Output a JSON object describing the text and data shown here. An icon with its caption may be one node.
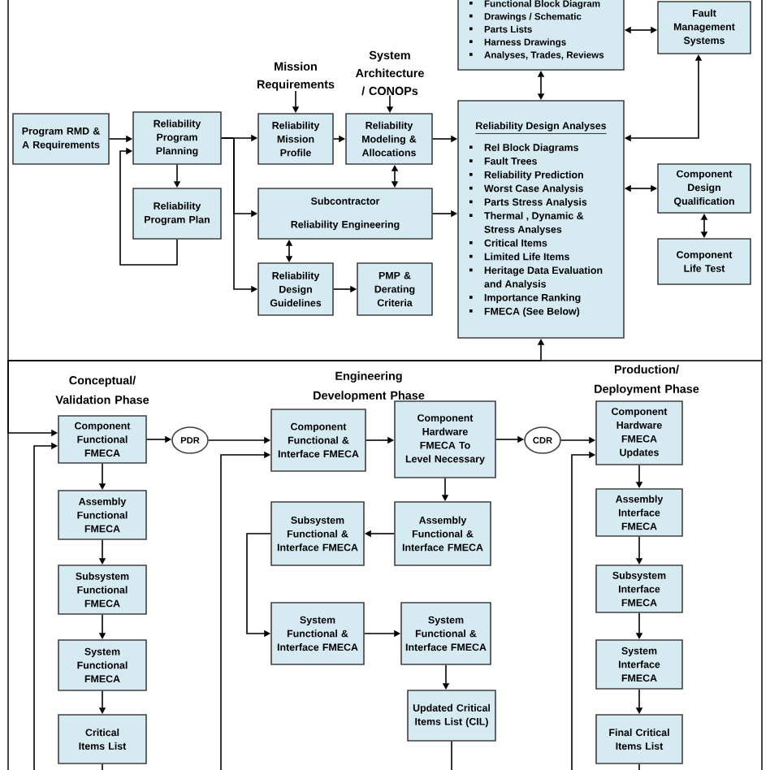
{
  "diagram": {
    "nodes": [
      {
        "text": [
          "Program RMD & A Requirements"
        ]
      },
      {
        "text": [
          "Reliability Program Planning"
        ]
      },
      {
        "text": [
          "Reliability Program Plan"
        ]
      },
      {
        "text": [
          "Mission Requirements"
        ]
      },
      {
        "text": [
          "Reliability Mission Profile"
        ]
      },
      {
        "text": [
          "System Architecture / CONOPs"
        ]
      },
      {
        "text": [
          "Reliability Modeling & Allocations"
        ]
      },
      {
        "text": [
          "Subcontractor",
          "Reliability Engineering"
        ]
      },
      {
        "text": [
          "Reliability Design Guidelines"
        ]
      },
      {
        "text": [
          "PMP & Derating Criteria"
        ]
      },
      {
        "text": [
          "Functional Block Diagram",
          "Drawings / Schematic",
          "Parts Lists",
          "Harness Drawings",
          "Analyses,  Trades, Reviews"
        ]
      },
      {
        "text": [
          "Fault Management Systems"
        ]
      },
      {
        "text": [
          "Reliability Design Analyses",
          "Rel Block Diagrams",
          "Fault Trees",
          "Reliability Prediction",
          "Worst Case Analysis",
          "Parts Stress Analysis",
          "Thermal , Dynamic & Stress Analyses",
          "Critical Items",
          "Limited Life Items",
          "Heritage Data Evaluation and Analysis",
          "Importance Ranking",
          "FMECA (See Below)"
        ]
      },
      {
        "text": [
          "Component Design Qualification"
        ]
      },
      {
        "text": [
          "Component Life Test"
        ]
      },
      {
        "text": [
          "Component Functional FMECA"
        ]
      },
      {
        "text": [
          "Assembly Functional FMECA"
        ]
      },
      {
        "text": [
          "Subsystem Functional FMECA"
        ]
      },
      {
        "text": [
          "System Functional FMECA"
        ]
      },
      {
        "text": [
          "Critical Items List"
        ]
      },
      {
        "text": [
          "PDR"
        ]
      },
      {
        "text": [
          "Component Functional & Interface FMECA"
        ]
      },
      {
        "text": [
          "Component Hardware FMECA To Level Necessary"
        ]
      },
      {
        "text": [
          "Assembly Functional & Interface FMECA"
        ]
      },
      {
        "text": [
          "Subsystem Functional & Interface FMECA"
        ]
      },
      {
        "text": [
          "System Functional & Interface FMECA"
        ]
      },
      {
        "text": [
          "System Functional & Interface FMECA"
        ]
      },
      {
        "text": [
          "Updated Critical Items List (CIL)"
        ]
      },
      {
        "text": [
          "CDR"
        ]
      },
      {
        "text": [
          "Component Hardware FMECA Updates"
        ]
      },
      {
        "text": [
          "Assembly Interface FMECA"
        ]
      },
      {
        "text": [
          "Subsystem Interface FMECA"
        ]
      },
      {
        "text": [
          "System Interface FMECA"
        ]
      },
      {
        "text": [
          "Final Critical Items List"
        ]
      }
    ],
    "edges": [
      {
        "from": 0,
        "to": 1,
        "arrow": "to"
      },
      {
        "from": 1,
        "to": 2,
        "arrow": "to"
      },
      {
        "from": 2,
        "to": 1,
        "arrow": "to"
      },
      {
        "from": 1,
        "to": 4,
        "arrow": "to"
      },
      {
        "from": 1,
        "to": 7,
        "arrow": "to"
      },
      {
        "from": 1,
        "to": 8,
        "arrow": "to"
      },
      {
        "from": 3,
        "to": 4,
        "arrow": "to"
      },
      {
        "from": 4,
        "to": 6,
        "arrow": "to"
      },
      {
        "from": 5,
        "to": 6,
        "arrow": "to"
      },
      {
        "from": 6,
        "to": 7,
        "arrow": "both"
      },
      {
        "from": 7,
        "to": 8,
        "arrow": "both"
      },
      {
        "from": 8,
        "to": 9,
        "arrow": "to"
      },
      {
        "from": 6,
        "to": 12,
        "arrow": "to"
      },
      {
        "from": 7,
        "to": 12,
        "arrow": "to"
      },
      {
        "from": 10,
        "to": 12,
        "arrow": "both"
      },
      {
        "from": 10,
        "to": 11,
        "arrow": "both"
      },
      {
        "from": 11,
        "to": 12,
        "arrow": "both"
      },
      {
        "from": 12,
        "to": 13,
        "arrow": "both"
      },
      {
        "from": 13,
        "to": 14,
        "arrow": "both"
      },
      {
        "from": 12,
        "to": 15,
        "arrow": "both"
      },
      {
        "from": null,
        "to": 15,
        "arrow": "to"
      },
      {
        "from": 15,
        "to": 20,
        "arrow": "to"
      },
      {
        "from": 20,
        "to": 21,
        "arrow": "to"
      },
      {
        "from": null,
        "to": 21,
        "arrow": "to"
      },
      {
        "from": 21,
        "to": 22,
        "arrow": "to"
      },
      {
        "from": 22,
        "to": 23,
        "arrow": "to"
      },
      {
        "from": 23,
        "to": 24,
        "arrow": "to"
      },
      {
        "from": 24,
        "to": 25,
        "arrow": "to"
      },
      {
        "from": 25,
        "to": 26,
        "arrow": "to"
      },
      {
        "from": 26,
        "to": 27,
        "arrow": "to"
      },
      {
        "from": 27,
        "to": null,
        "arrow": "none"
      },
      {
        "from": 22,
        "to": 28,
        "arrow": "to"
      },
      {
        "from": 28,
        "to": 29,
        "arrow": "to"
      },
      {
        "from": null,
        "to": 29,
        "arrow": "to"
      },
      {
        "from": 29,
        "to": 30,
        "arrow": "to"
      },
      {
        "from": 30,
        "to": 31,
        "arrow": "to"
      },
      {
        "from": 31,
        "to": 32,
        "arrow": "to"
      },
      {
        "from": 32,
        "to": 33,
        "arrow": "to"
      },
      {
        "from": 33,
        "to": null,
        "arrow": "none"
      },
      {
        "from": 15,
        "to": 16,
        "arrow": "to"
      },
      {
        "from": 16,
        "to": 17,
        "arrow": "to"
      },
      {
        "from": 17,
        "to": 18,
        "arrow": "to"
      },
      {
        "from": 18,
        "to": 19,
        "arrow": "to"
      },
      {
        "from": 19,
        "to": null,
        "arrow": "none"
      }
    ],
    "labels": [
      "Conceptual/ Validation Phase",
      "Engineering Development Phase",
      "Production/ Deployment Phase"
    ]
  }
}
